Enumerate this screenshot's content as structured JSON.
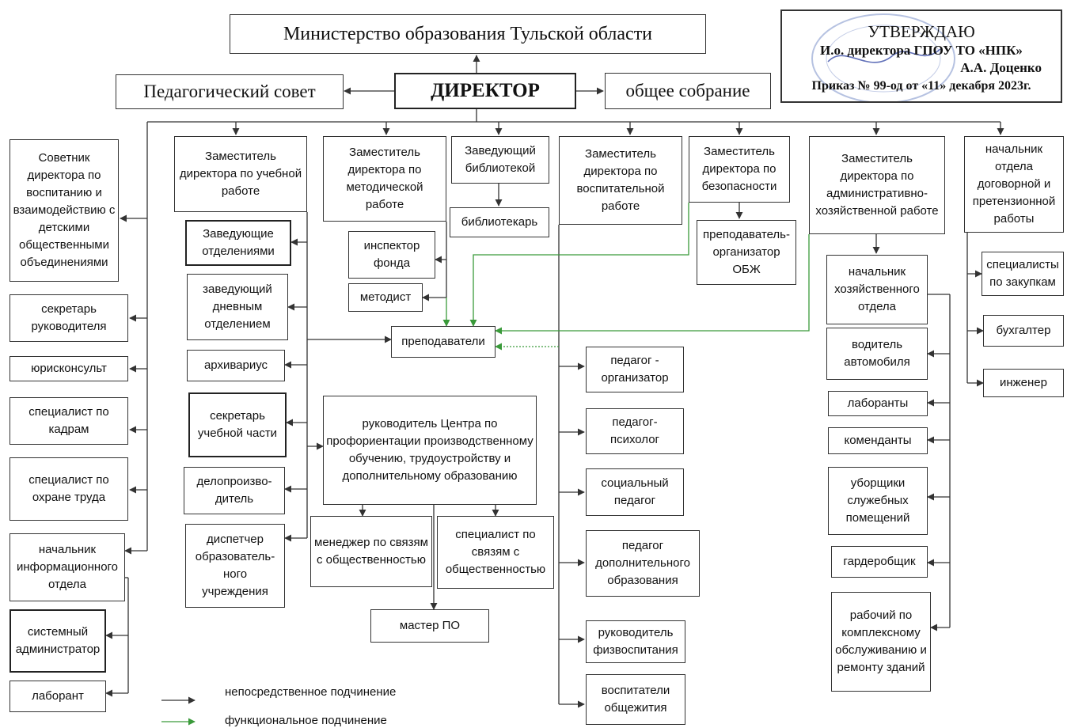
{
  "top": {
    "ministry": "Министерство образования Тульской области",
    "director": "ДИРЕКТОР",
    "ped_council": "Педагогический совет",
    "general_meeting": "общее собрание"
  },
  "approval": {
    "line1": "УТВЕРЖДАЮ",
    "line2": "И.о. директора ГПОУ ТО «НПК»",
    "line3": "А.А. Доценко",
    "line4": "Приказ № 99-од от «11» декабря 2023г."
  },
  "left_column": [
    "Советник директора по воспитанию и взаимодействию с детскими общественными объединениями",
    "секретарь руководителя",
    "юрисконсульт",
    "специалист по кадрам",
    "специалист по охране труда",
    "начальник информационного отдела",
    "системный администратор",
    "лаборант"
  ],
  "deputies": {
    "academic": "Заместитель директора по учебной работе",
    "methodical": "Заместитель директора по методической работе",
    "library_head": "Заведующий библиотекой",
    "educational": "Заместитель директора по воспитательной работе",
    "security": "Заместитель директора по безопасности",
    "admin": "Заместитель директора по административно-хозяйственной работе",
    "contract": "начальник отдела договорной и претензионной работы"
  },
  "academic_sub": [
    "Заведующие отделениями",
    "заведующий дневным отделением",
    "архивариус",
    "секретарь учебной части",
    "делопроизво-дитель",
    "диспетчер образователь-ного учреждения"
  ],
  "methodical_sub": [
    "инспектор фонда",
    "методист"
  ],
  "librarian": "библиотекарь",
  "teachers": "преподаватели",
  "obzh": "преподаватель-организатор ОБЖ",
  "career_center": "руководитель Центра по профориентации производственному обучению, трудоустройству и дополнительному образованию",
  "career_sub": [
    "менеджер по связям с общественностью",
    "специалист по связям с общественностью",
    "мастер ПО"
  ],
  "educational_sub": [
    "педагог - организатор",
    "педагог-психолог",
    "социальный педагог",
    "педагог дополнительного образования",
    "руководитель физвоспитания",
    "воспитатели общежития"
  ],
  "admin_sub": [
    "начальник хозяйственного отдела",
    "водитель автомобиля",
    "лаборанты",
    "коменданты",
    "уборщики служебных помещений",
    "гардеробщик",
    "рабочий по комплексному обслуживанию и ремонту зданий"
  ],
  "contract_sub": [
    "специалисты по закупкам",
    "бухгалтер",
    "инженер"
  ],
  "legend": {
    "direct": "непосредственное подчинение",
    "functional": "функциональное подчинение"
  },
  "colors": {
    "line": "#333333",
    "functional": "#3a9a3a",
    "stamp": "#7a8fc8"
  }
}
